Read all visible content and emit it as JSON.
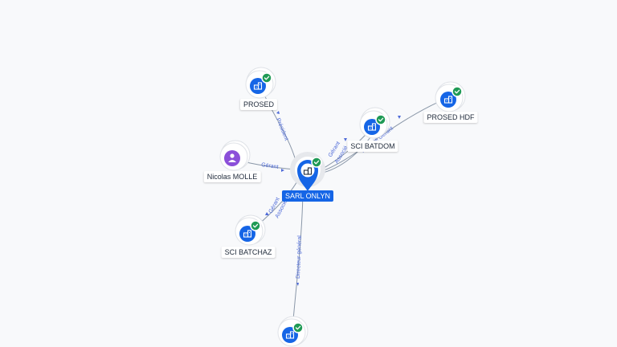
{
  "nodes": [
    {
      "id": "sarl",
      "label": "SARL ONLYN",
      "kind": "company",
      "main": true,
      "verified": true
    },
    {
      "id": "prosed",
      "label": "PROSED",
      "kind": "company",
      "verified": true
    },
    {
      "id": "prosed_hdf",
      "label": "PROSED HDF",
      "kind": "company",
      "verified": true
    },
    {
      "id": "sci_batdom",
      "label": "SCI BATDOM",
      "kind": "company",
      "verified": true
    },
    {
      "id": "nicolas",
      "label": "Nicolas MOLLE",
      "kind": "person",
      "verified": false
    },
    {
      "id": "sci_batchaz",
      "label": "SCI BATCHAZ",
      "kind": "company",
      "verified": true
    },
    {
      "id": "bottom",
      "label": "",
      "kind": "company",
      "verified": true
    }
  ],
  "edges": [
    {
      "id": "e-prosed",
      "label": "Président"
    },
    {
      "id": "e-nicolas",
      "label": "Gérant"
    },
    {
      "id": "e-batdom-1",
      "label": "Gérant"
    },
    {
      "id": "e-batdom-2",
      "label": "Associé"
    },
    {
      "id": "e-hdf",
      "label": "Associé Gérant"
    },
    {
      "id": "e-batchaz-1",
      "label": "Gérant"
    },
    {
      "id": "e-batchaz-2",
      "label": "Associé"
    },
    {
      "id": "e-bottom",
      "label": "Directeur général"
    }
  ],
  "colors": {
    "company": "#1565e6",
    "person": "#8b4fd9",
    "verified": "#1f9a55",
    "edge_label": "#4f6bd8"
  }
}
